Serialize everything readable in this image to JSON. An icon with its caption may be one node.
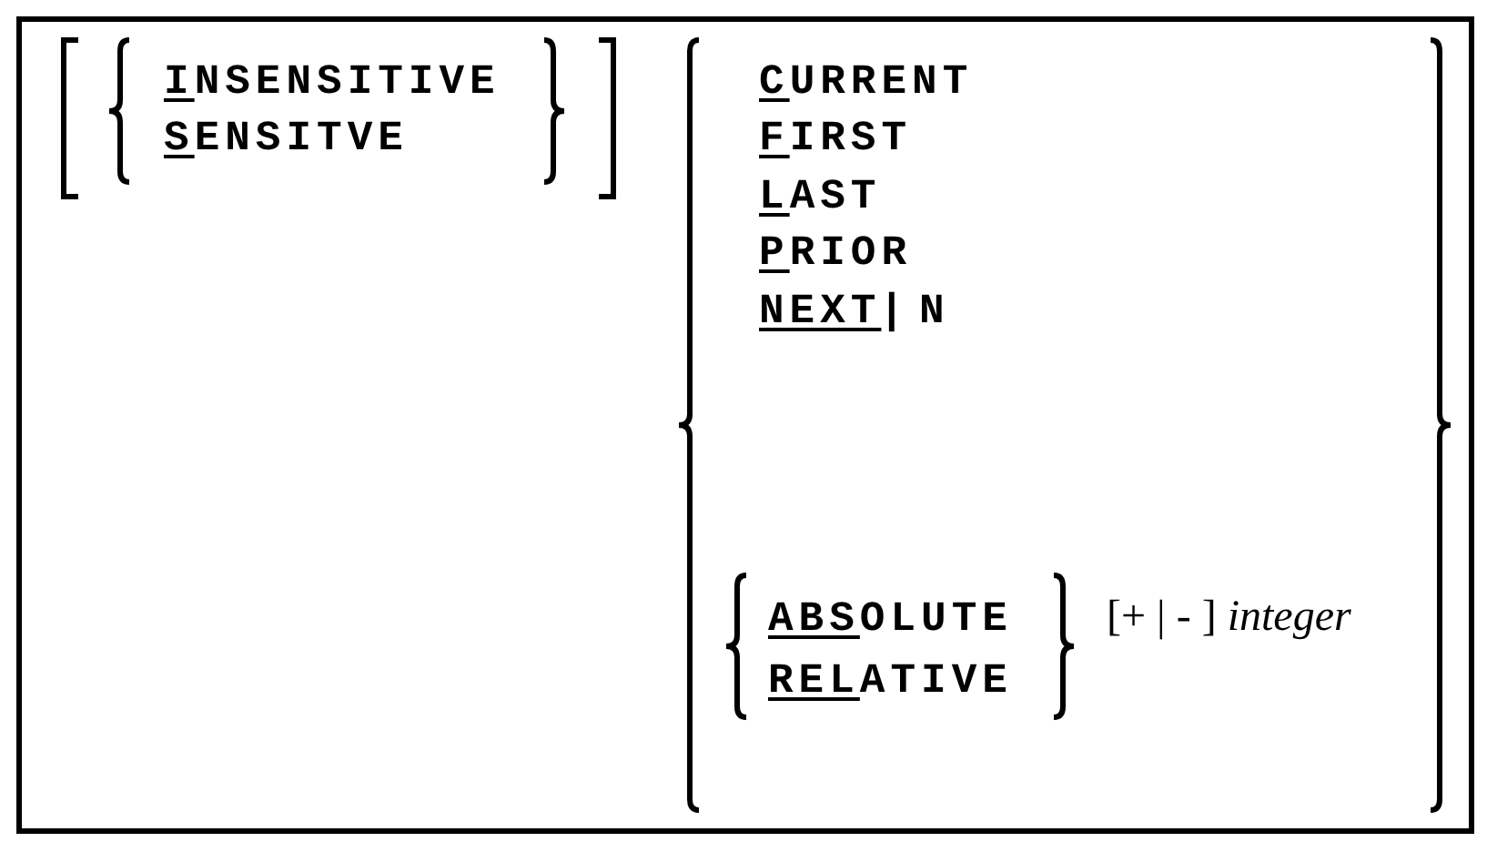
{
  "diagram": {
    "labels": [
      "INSENSITIVE",
      "SENSITVE",
      "CURRENT",
      "FIRST",
      "LAST",
      "PRIOR",
      "NEXT",
      "|",
      "N",
      "ABSOLUTE",
      "RELATIVE",
      "[+ | - ] *integer*"
    ]
  }
}
